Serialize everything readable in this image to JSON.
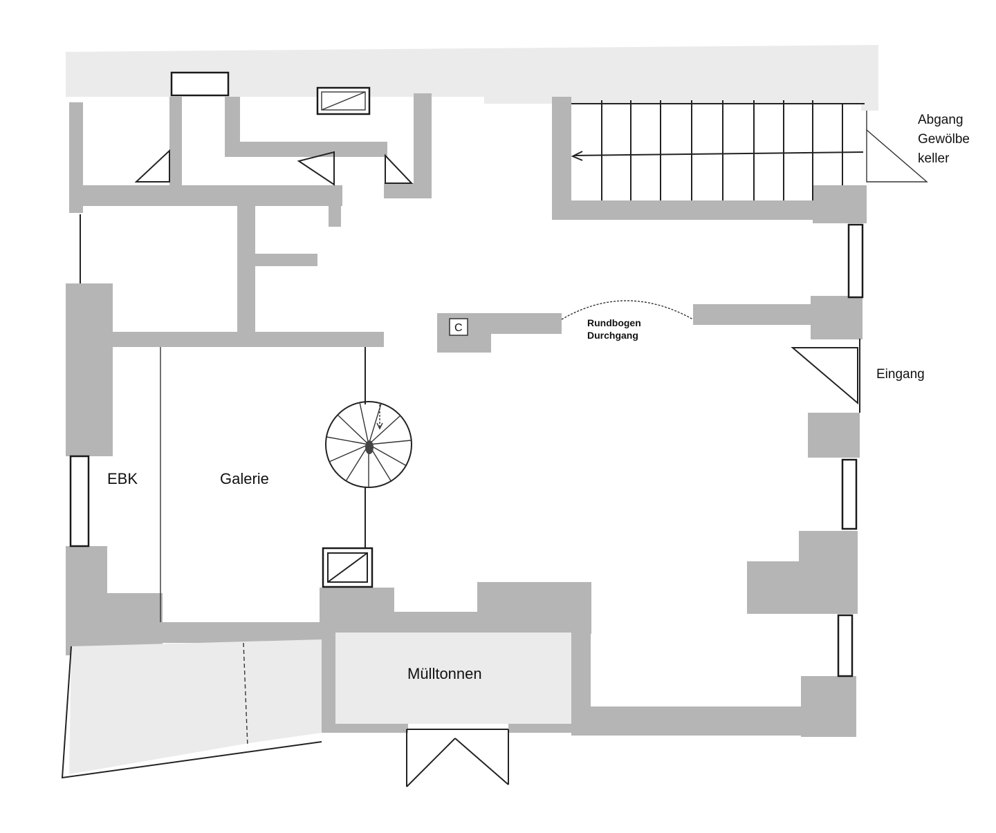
{
  "labels": {
    "abgang": [
      "Abgang",
      "Gewölbe",
      "keller"
    ],
    "rundbogen": [
      "Rundbogen",
      "Durchgang"
    ],
    "eingang": "Eingang",
    "ebk": "EBK",
    "galerie": "Galerie",
    "muelltonnen": "Mülltonnen"
  },
  "colors": {
    "wall": "#b5b5b5",
    "ground": "#ebebeb",
    "line": "#222222",
    "background": "#ffffff"
  }
}
